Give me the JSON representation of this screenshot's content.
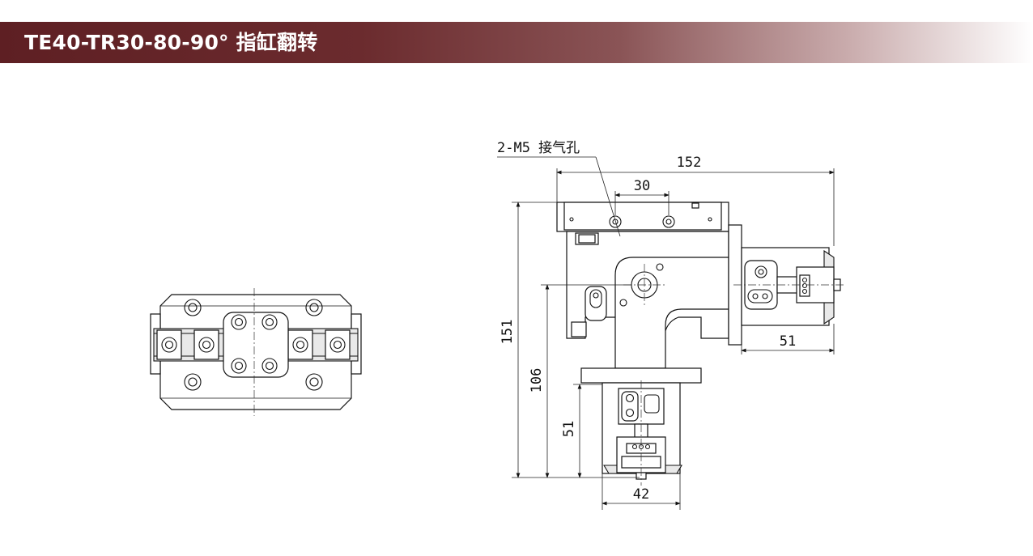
{
  "header": {
    "title": "TE40-TR30-80-90° 指缸翻转",
    "colors": {
      "bar_start": "#5e1f23",
      "bar_end": "#ffffff",
      "text": "#ffffff"
    }
  },
  "drawing": {
    "callout": "2-M5 接气孔",
    "dimensions": {
      "overall_width": "152",
      "hole_spacing": "30",
      "overall_height": "151",
      "pivot_height": "106",
      "jaw_height": "51",
      "side_gripper_length": "51",
      "jaw_width": "42"
    }
  }
}
